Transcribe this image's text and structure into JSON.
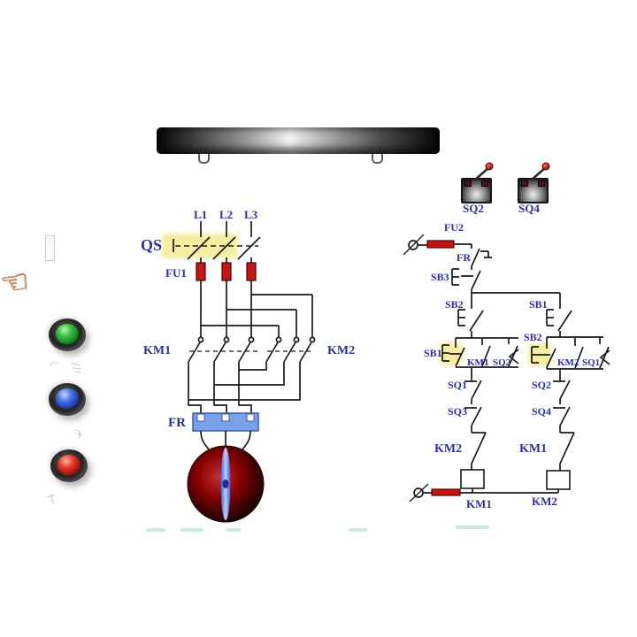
{
  "colors": {
    "label_blue": "#2e2ea2",
    "wire_black": "#1a1a1a",
    "fuse_red": "#c81414",
    "overload_box_blue": "#7aa0e8",
    "highlight_yellow": "#f5eea2",
    "motor_red": "#8b0000",
    "green_button": "#1f9b2c",
    "blue_button": "#2a52c8",
    "red_button": "#d01818"
  },
  "panel": {
    "cursor_icon": "left-pointing-hand",
    "cursor_glyph": "☜",
    "buttons": [
      {
        "id": "green",
        "color": "#1f9b2c"
      },
      {
        "id": "blue",
        "color": "#2a52c8"
      },
      {
        "id": "red",
        "color": "#d01818"
      }
    ]
  },
  "devices": {
    "sq2": "SQ2",
    "sq4": "SQ4"
  },
  "power_circuit": {
    "l1": "L1",
    "l2": "L2",
    "l3": "L3",
    "qs": "QS",
    "fu1": "FU1",
    "km1": "KM1",
    "km2": "KM2",
    "fr": "FR"
  },
  "control_circuit": {
    "fu2": "FU2",
    "fr": "FR",
    "sb3": "SB3",
    "left": {
      "start": "SB2",
      "nc_button": "SB1",
      "seal": "KM1",
      "limit": "SQ2",
      "series1": "SQ1",
      "series2": "SQ3",
      "interlock": "KM2",
      "coil": "KM1"
    },
    "right": {
      "start": "SB1",
      "nc_button": "SB2",
      "seal": "KM2",
      "limit": "SQ1",
      "series1": "SQ2",
      "series2": "SQ4",
      "interlock": "KM1",
      "coil": "KM2"
    }
  }
}
